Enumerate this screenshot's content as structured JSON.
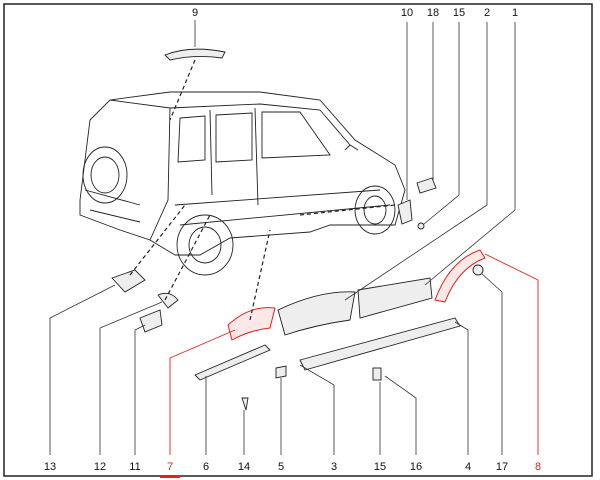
{
  "title": "Exterior body trim parts diagram",
  "top_labels": [
    {
      "num": "9",
      "color": "#111111"
    },
    {
      "num": "10",
      "color": "#111111"
    },
    {
      "num": "18",
      "color": "#111111"
    },
    {
      "num": "15",
      "color": "#111111"
    },
    {
      "num": "2",
      "color": "#111111"
    },
    {
      "num": "1",
      "color": "#111111"
    }
  ],
  "bottom_labels": [
    {
      "num": "13",
      "color": "#111111"
    },
    {
      "num": "12",
      "color": "#111111"
    },
    {
      "num": "11",
      "color": "#111111"
    },
    {
      "num": "7",
      "color": "#e8201c"
    },
    {
      "num": "6",
      "color": "#111111"
    },
    {
      "num": "14",
      "color": "#111111"
    },
    {
      "num": "5",
      "color": "#111111"
    },
    {
      "num": "3",
      "color": "#111111"
    },
    {
      "num": "15",
      "color": "#111111"
    },
    {
      "num": "16",
      "color": "#111111"
    },
    {
      "num": "4",
      "color": "#111111"
    },
    {
      "num": "17",
      "color": "#111111"
    },
    {
      "num": "8",
      "color": "#e8201c"
    }
  ],
  "highlight_color": "#e8201c"
}
